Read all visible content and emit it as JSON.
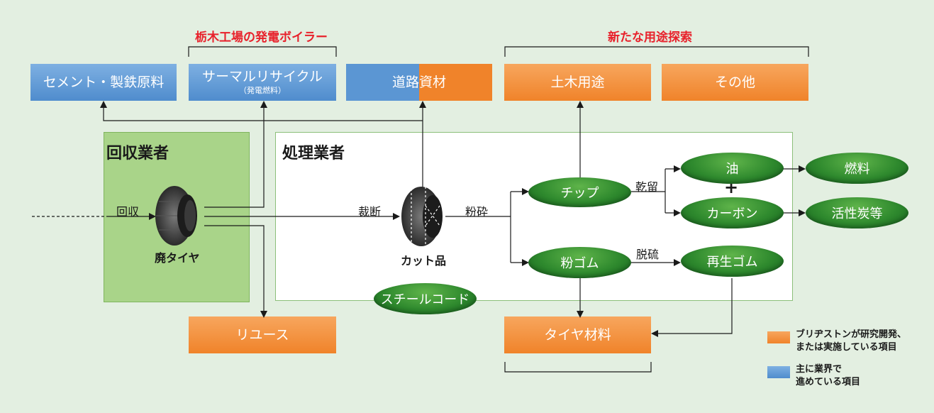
{
  "headers": {
    "tochigi": "栃木工場の発電ボイラー",
    "new_uses": "新たな用途探索"
  },
  "top_boxes": {
    "cement": "セメント・製鉄原料",
    "thermal": "サーマルリサイクル",
    "thermal_sub": "（発電燃料）",
    "road": "道路資材",
    "civil": "土木用途",
    "other": "その他"
  },
  "areas": {
    "collector": "回収業者",
    "processor": "処理業者"
  },
  "items": {
    "waste_tire": "廃タイヤ",
    "cut_product": "カット品"
  },
  "edge_labels": {
    "collect": "回収",
    "cutting": "裁断",
    "crushing": "粉砕",
    "dry_distillation": "乾留",
    "desulfurization": "脱硫",
    "plus": "+"
  },
  "ovals": {
    "chip": "チップ",
    "oil": "油",
    "carbon": "カーボン",
    "fuel": "燃料",
    "activated_carbon": "活性炭等",
    "rubber_powder": "粉ゴム",
    "reclaimed_rubber": "再生ゴム",
    "steel_cord": "スチールコード"
  },
  "bottom_boxes": {
    "reuse": "リユース",
    "tire_material": "タイヤ材料"
  },
  "legend": {
    "orange_line1": "ブリヂストンが研究開発、",
    "orange_line2": "または実施している項目",
    "blue_line1": "主に業界で",
    "blue_line2": "進めている項目"
  },
  "colors": {
    "background": "#e3efe1",
    "orange": "#f0832a",
    "blue": "#5b96d3",
    "green": "#2f8a2e",
    "red": "#e8212b"
  }
}
